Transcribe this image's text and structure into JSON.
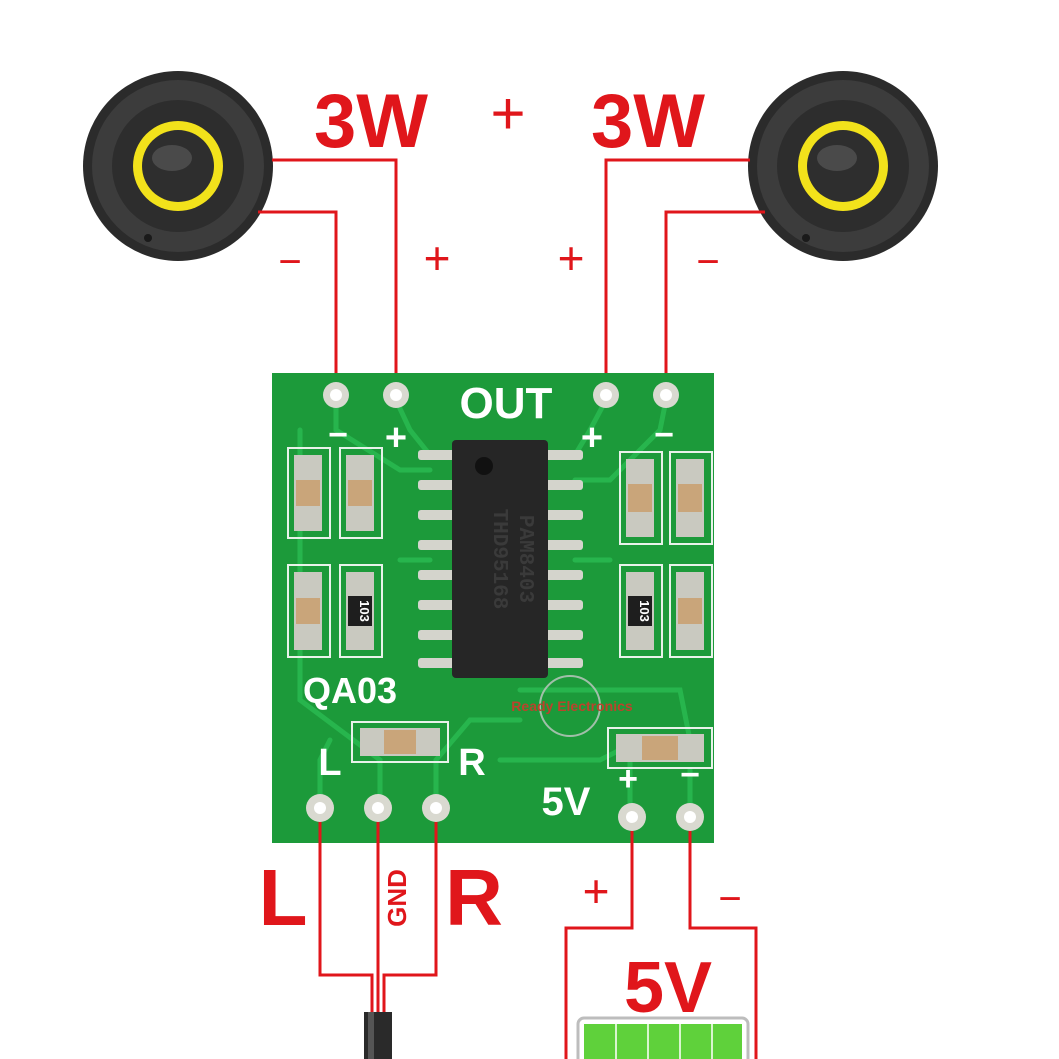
{
  "labels": {
    "power_left": "3W",
    "power_right": "3W",
    "input_left": "L",
    "input_gnd": "GND",
    "input_right": "R",
    "supply_voltage": "5V"
  },
  "signs": {
    "top_center_plus": "+",
    "spk_left_minus": "−",
    "spk_left_plus": "+",
    "spk_right_plus": "+",
    "spk_right_minus": "−",
    "supply_plus": "+",
    "supply_minus": "−"
  },
  "board": {
    "out_label": "OUT",
    "model_label": "QA03",
    "left_label": "L",
    "right_label": "R",
    "voltage_label": "5V",
    "pin_minus_left": "−",
    "pin_plus_left": "+",
    "pin_plus_right": "+",
    "pin_minus_right": "−",
    "pin_plus_supply": "+",
    "pin_minus_supply": "−",
    "resistor_marking_left": "103",
    "resistor_marking_right": "103"
  },
  "chip": {
    "line1": "PAM8403",
    "line2": "THD95168"
  },
  "watermark": "Ready Electronics",
  "colors": {
    "wire": "#e0161b",
    "pcb": "#1c9a3a",
    "pcb_trace": "#23b048",
    "pad": "#d9d9d0",
    "chip": "#262626",
    "speaker_ring": "#f2e21b",
    "battery": "#5fd13b"
  }
}
